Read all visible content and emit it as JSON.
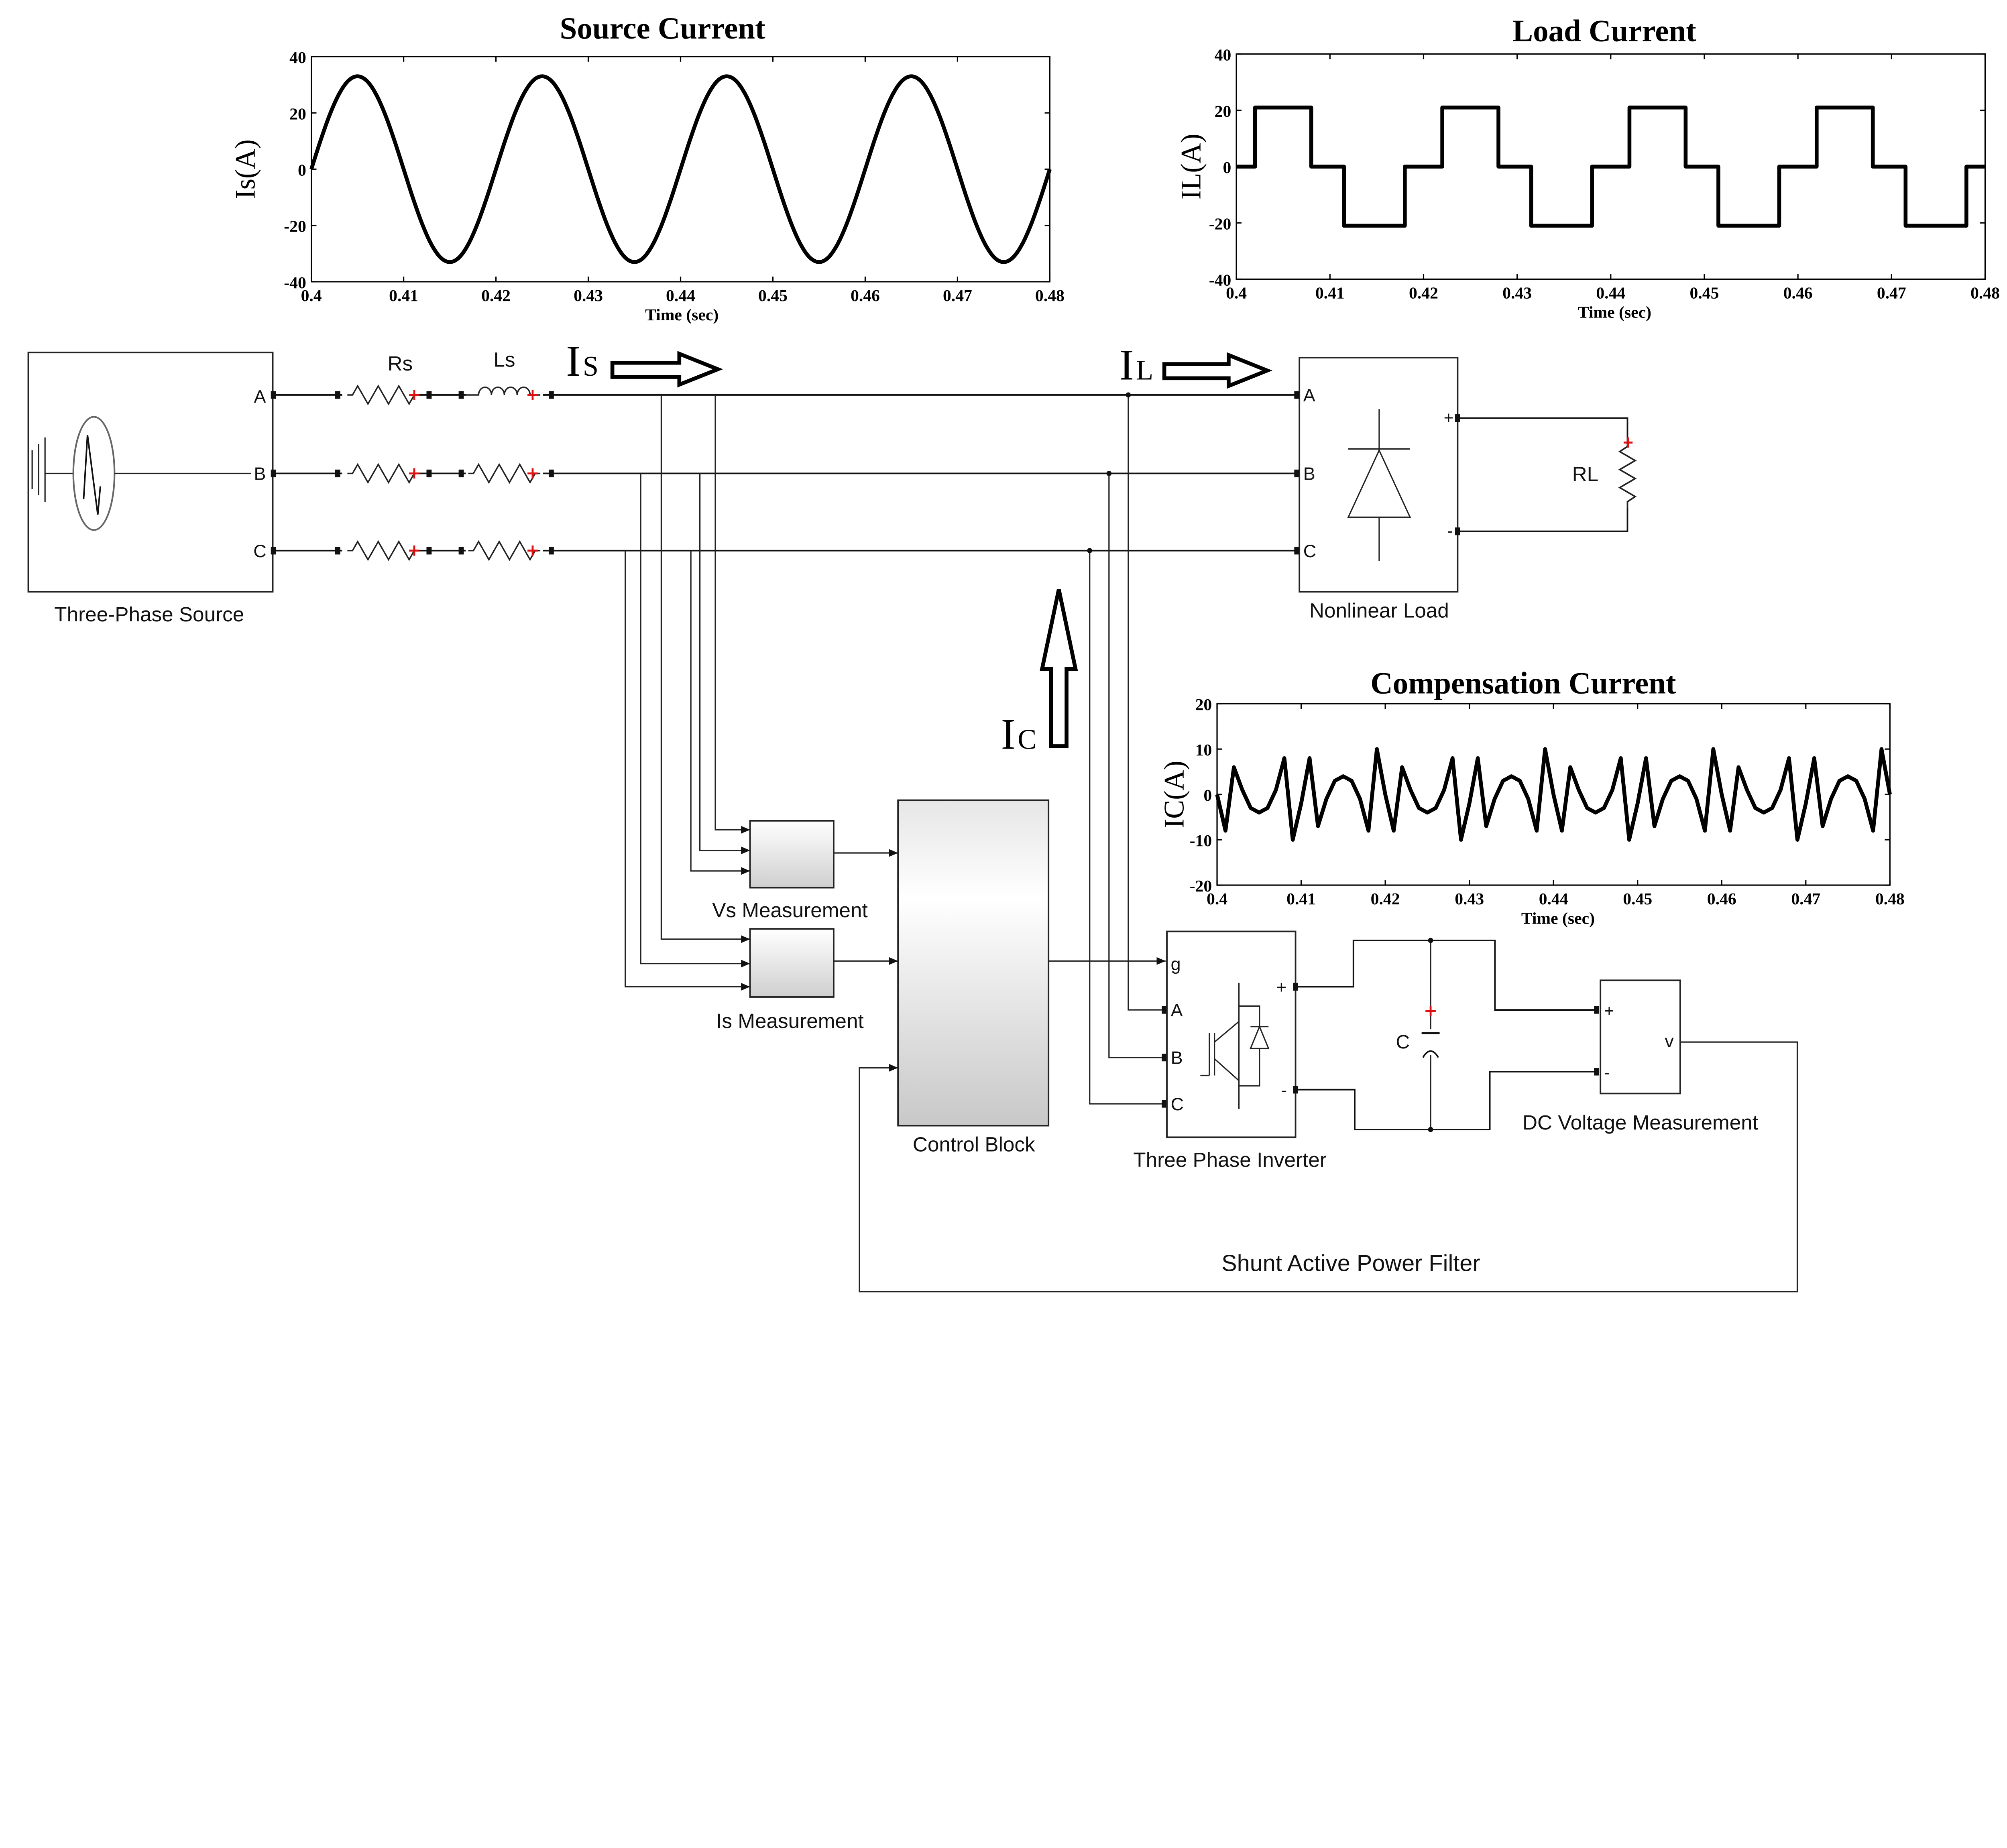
{
  "diagram": {
    "source_label": "Three-Phase Source",
    "phases": [
      "A",
      "B",
      "C"
    ],
    "rs_label": "Rs",
    "ls_label": "Ls",
    "is_arrow_label": {
      "main": "I",
      "sub": "S"
    },
    "il_arrow_label": {
      "main": "I",
      "sub": "L"
    },
    "ic_arrow_label": {
      "main": "I",
      "sub": "C"
    },
    "load_label": "Nonlinear Load",
    "load_plus": "+",
    "load_minus": "-",
    "rl_label": "RL",
    "vs_meas_label": "Vs Measurement",
    "is_meas_label": "Is Measurement",
    "control_label": "Control Block",
    "inverter_label": "Three Phase Inverter",
    "inverter_ports": [
      "g",
      "A",
      "B",
      "C"
    ],
    "inverter_plus": "+",
    "inverter_minus": "-",
    "cap_label": "C",
    "dc_meas_label": "DC Voltage Measurement",
    "dc_plus": "+",
    "dc_minus": "-",
    "dc_out": "v",
    "system_label": "Shunt Active Power Filter",
    "colors": {
      "wire": "#111111",
      "polarity": "#dd1111",
      "block_fill_gradient": "#c8c8c8"
    }
  },
  "chart_data": [
    {
      "type": "line",
      "title": "Source Current",
      "xlabel": "Time (sec)",
      "ylabel": "Is(A)",
      "xlim": [
        0.4,
        0.48
      ],
      "ylim": [
        -40,
        40
      ],
      "xticks": [
        "0.4",
        "0.41",
        "0.42",
        "0.43",
        "0.44",
        "0.45",
        "0.46",
        "0.47",
        "0.48"
      ],
      "yticks": [
        "40",
        "20",
        "0",
        "-20",
        "-40"
      ],
      "grid": false,
      "x": [
        0.4,
        0.401,
        0.402,
        0.403,
        0.404,
        0.405,
        0.406,
        0.407,
        0.408,
        0.409,
        0.41,
        0.411,
        0.412,
        0.413,
        0.414,
        0.415,
        0.416,
        0.417,
        0.418,
        0.419,
        0.42,
        0.421,
        0.422,
        0.423,
        0.424,
        0.425,
        0.426,
        0.427,
        0.428,
        0.429,
        0.43,
        0.431,
        0.432,
        0.433,
        0.434,
        0.435,
        0.436,
        0.437,
        0.438,
        0.439,
        0.44,
        0.441,
        0.442,
        0.443,
        0.444,
        0.445,
        0.446,
        0.447,
        0.448,
        0.449,
        0.45,
        0.451,
        0.452,
        0.453,
        0.454,
        0.455,
        0.456,
        0.457,
        0.458,
        0.459,
        0.46,
        0.461,
        0.462,
        0.463,
        0.464,
        0.465,
        0.466,
        0.467,
        0.468,
        0.469,
        0.47,
        0.471,
        0.472,
        0.473,
        0.474,
        0.475,
        0.476,
        0.477,
        0.478,
        0.479,
        0.48
      ],
      "y": [
        0,
        10.2,
        19.4,
        26.7,
        31.4,
        33,
        31.4,
        26.7,
        19.4,
        10.2,
        0,
        -10.2,
        -19.4,
        -26.7,
        -31.4,
        -33,
        -31.4,
        -26.7,
        -19.4,
        -10.2,
        0,
        10.2,
        19.4,
        26.7,
        31.4,
        33,
        31.4,
        26.7,
        19.4,
        10.2,
        0,
        -10.2,
        -19.4,
        -26.7,
        -31.4,
        -33,
        -31.4,
        -26.7,
        -19.4,
        -10.2,
        0,
        10.2,
        19.4,
        26.7,
        31.4,
        33,
        31.4,
        26.7,
        19.4,
        10.2,
        0,
        -10.2,
        -19.4,
        -26.7,
        -31.4,
        -33,
        -31.4,
        -26.7,
        -19.4,
        -10.2,
        0,
        10.2,
        19.4,
        26.7,
        31.4,
        33,
        31.4,
        26.7,
        19.4,
        10.2,
        0,
        -10.2,
        -19.4,
        -26.7,
        -31.4,
        -33,
        -31.4,
        -26.7,
        -19.4,
        -10.2,
        0
      ]
    },
    {
      "type": "line",
      "title": "Load Current",
      "xlabel": "Time (sec)",
      "ylabel": "IL(A)",
      "xlim": [
        0.4,
        0.48
      ],
      "ylim": [
        -40,
        40
      ],
      "xticks": [
        "0.4",
        "0.41",
        "0.42",
        "0.43",
        "0.44",
        "0.45",
        "0.46",
        "0.47",
        "0.48"
      ],
      "yticks": [
        "40",
        "20",
        "0",
        "-20",
        "-40"
      ],
      "grid": false,
      "x": [
        0.4,
        0.402,
        0.402,
        0.408,
        0.408,
        0.4115,
        0.4115,
        0.418,
        0.418,
        0.422,
        0.422,
        0.428,
        0.428,
        0.4315,
        0.4315,
        0.438,
        0.438,
        0.442,
        0.442,
        0.448,
        0.448,
        0.4515,
        0.4515,
        0.458,
        0.458,
        0.462,
        0.462,
        0.468,
        0.468,
        0.4715,
        0.4715,
        0.478,
        0.478,
        0.48
      ],
      "y": [
        0,
        0,
        21,
        21,
        0,
        0,
        -21,
        -21,
        0,
        0,
        21,
        21,
        0,
        0,
        -21,
        -21,
        0,
        0,
        21,
        21,
        0,
        0,
        -21,
        -21,
        0,
        0,
        21,
        21,
        0,
        0,
        -21,
        -21,
        0,
        0
      ]
    },
    {
      "type": "line",
      "title": "Compensation Current",
      "xlabel": "Time (sec)",
      "ylabel": "IC(A)",
      "xlim": [
        0.4,
        0.48
      ],
      "ylim": [
        -20,
        20
      ],
      "xticks": [
        "0.4",
        "0.41",
        "0.42",
        "0.43",
        "0.44",
        "0.45",
        "0.46",
        "0.47",
        "0.48"
      ],
      "yticks": [
        "20",
        "10",
        "0",
        "-10",
        "-20"
      ],
      "grid": false,
      "x": [
        0.4,
        0.401,
        0.402,
        0.403,
        0.404,
        0.405,
        0.406,
        0.407,
        0.408,
        0.409,
        0.41,
        0.411,
        0.412,
        0.413,
        0.414,
        0.415,
        0.416,
        0.417,
        0.418,
        0.419,
        0.42,
        0.421,
        0.422,
        0.423,
        0.424,
        0.425,
        0.426,
        0.427,
        0.428,
        0.429,
        0.43,
        0.431,
        0.432,
        0.433,
        0.434,
        0.435,
        0.436,
        0.437,
        0.438,
        0.439,
        0.44,
        0.441,
        0.442,
        0.443,
        0.444,
        0.445,
        0.446,
        0.447,
        0.448,
        0.449,
        0.45,
        0.451,
        0.452,
        0.453,
        0.454,
        0.455,
        0.456,
        0.457,
        0.458,
        0.459,
        0.46,
        0.461,
        0.462,
        0.463,
        0.464,
        0.465,
        0.466,
        0.467,
        0.468,
        0.469,
        0.47,
        0.471,
        0.472,
        0.473,
        0.474,
        0.475,
        0.476,
        0.477,
        0.478,
        0.479,
        0.48
      ],
      "y": [
        0,
        -8,
        6,
        1,
        -3,
        -4,
        -3,
        1,
        8,
        -10,
        -2,
        8,
        -7,
        -1,
        3,
        4,
        3,
        -1,
        -8,
        10,
        0,
        -8,
        6,
        1,
        -3,
        -4,
        -3,
        1,
        8,
        -10,
        -2,
        8,
        -7,
        -1,
        3,
        4,
        3,
        -1,
        -8,
        10,
        0,
        -8,
        6,
        1,
        -3,
        -4,
        -3,
        1,
        8,
        -10,
        -2,
        8,
        -7,
        -1,
        3,
        4,
        3,
        -1,
        -8,
        10,
        0,
        -8,
        6,
        1,
        -3,
        -4,
        -3,
        1,
        8,
        -10,
        -2,
        8,
        -7,
        -1,
        3,
        4,
        3,
        -1,
        -8,
        10,
        0
      ]
    }
  ]
}
